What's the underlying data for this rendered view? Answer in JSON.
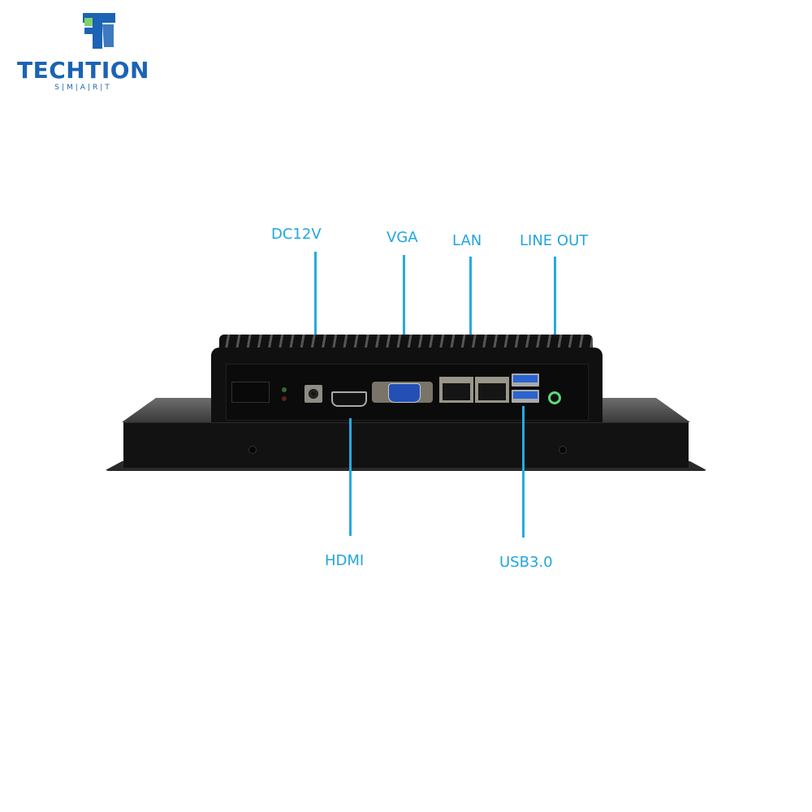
{
  "brand": {
    "name": "TECHTION",
    "tagline": "S|M|A|R|T",
    "colors": {
      "primary": "#1b63b4",
      "leaf": "#7ed36a"
    }
  },
  "callouts": {
    "color": "#22a6de",
    "top": [
      {
        "label": "DC12V"
      },
      {
        "label": "VGA"
      },
      {
        "label": "LAN"
      },
      {
        "label": "LINE OUT"
      }
    ],
    "bottom": [
      {
        "label": "HDMI"
      },
      {
        "label": "USB3.0"
      }
    ]
  },
  "device": {
    "ports": [
      "dc-power-jack",
      "hdmi-port",
      "vga-port",
      "lan-port-1",
      "lan-port-2",
      "usb3-port-1",
      "usb3-port-2",
      "line-out-jack"
    ],
    "indicators": [
      "green-led",
      "red-led"
    ]
  }
}
